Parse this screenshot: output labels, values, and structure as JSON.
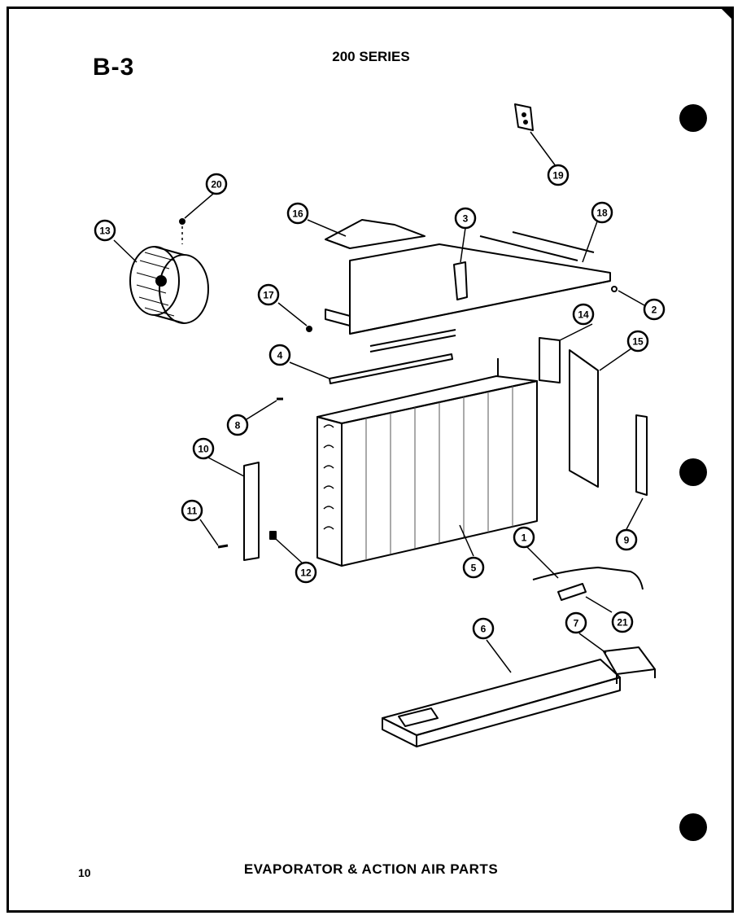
{
  "header": {
    "section": "B-3",
    "series": "200 SERIES"
  },
  "footer": {
    "page_number": "10",
    "caption": "EVAPORATOR & ACTION AIR PARTS"
  },
  "callouts": [
    "1",
    "2",
    "3",
    "4",
    "5",
    "6",
    "7",
    "8",
    "9",
    "10",
    "11",
    "12",
    "13",
    "14",
    "15",
    "16",
    "17",
    "18",
    "19",
    "20",
    "21"
  ]
}
